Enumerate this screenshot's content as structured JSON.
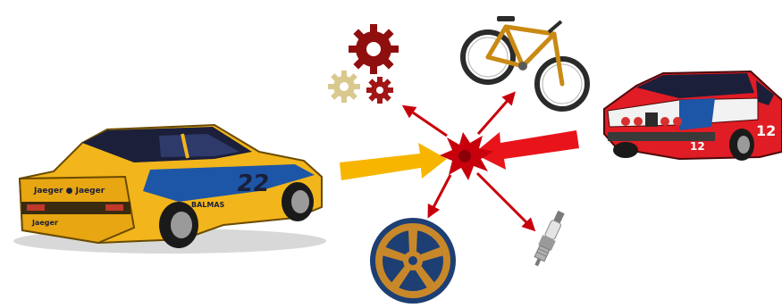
{
  "scene": {
    "yellow_car": {
      "number": "22",
      "side_text": "BALMAS",
      "plate_text": "Jaeger ● Jaeger",
      "bumper_text": "Jaeger"
    },
    "red_car": {
      "number": "12"
    }
  },
  "palette": {
    "yellow_arrow": "#f7b500",
    "red_arrow": "#e8141a",
    "burst": "#c8000c",
    "small_arrows": "#c8000c",
    "gear_large": "#8f0f0f",
    "gear_small_red": "#a11616",
    "gear_beige": "#d9c98e",
    "yellow_car_body": "#f2b51b",
    "red_car_body": "#e01c24",
    "blue_stripe": "#1d56a6"
  },
  "icons": [
    "gear-icon",
    "bicycle-icon",
    "wheel-rim-icon",
    "spark-plug-icon",
    "explosion-burst-icon"
  ]
}
